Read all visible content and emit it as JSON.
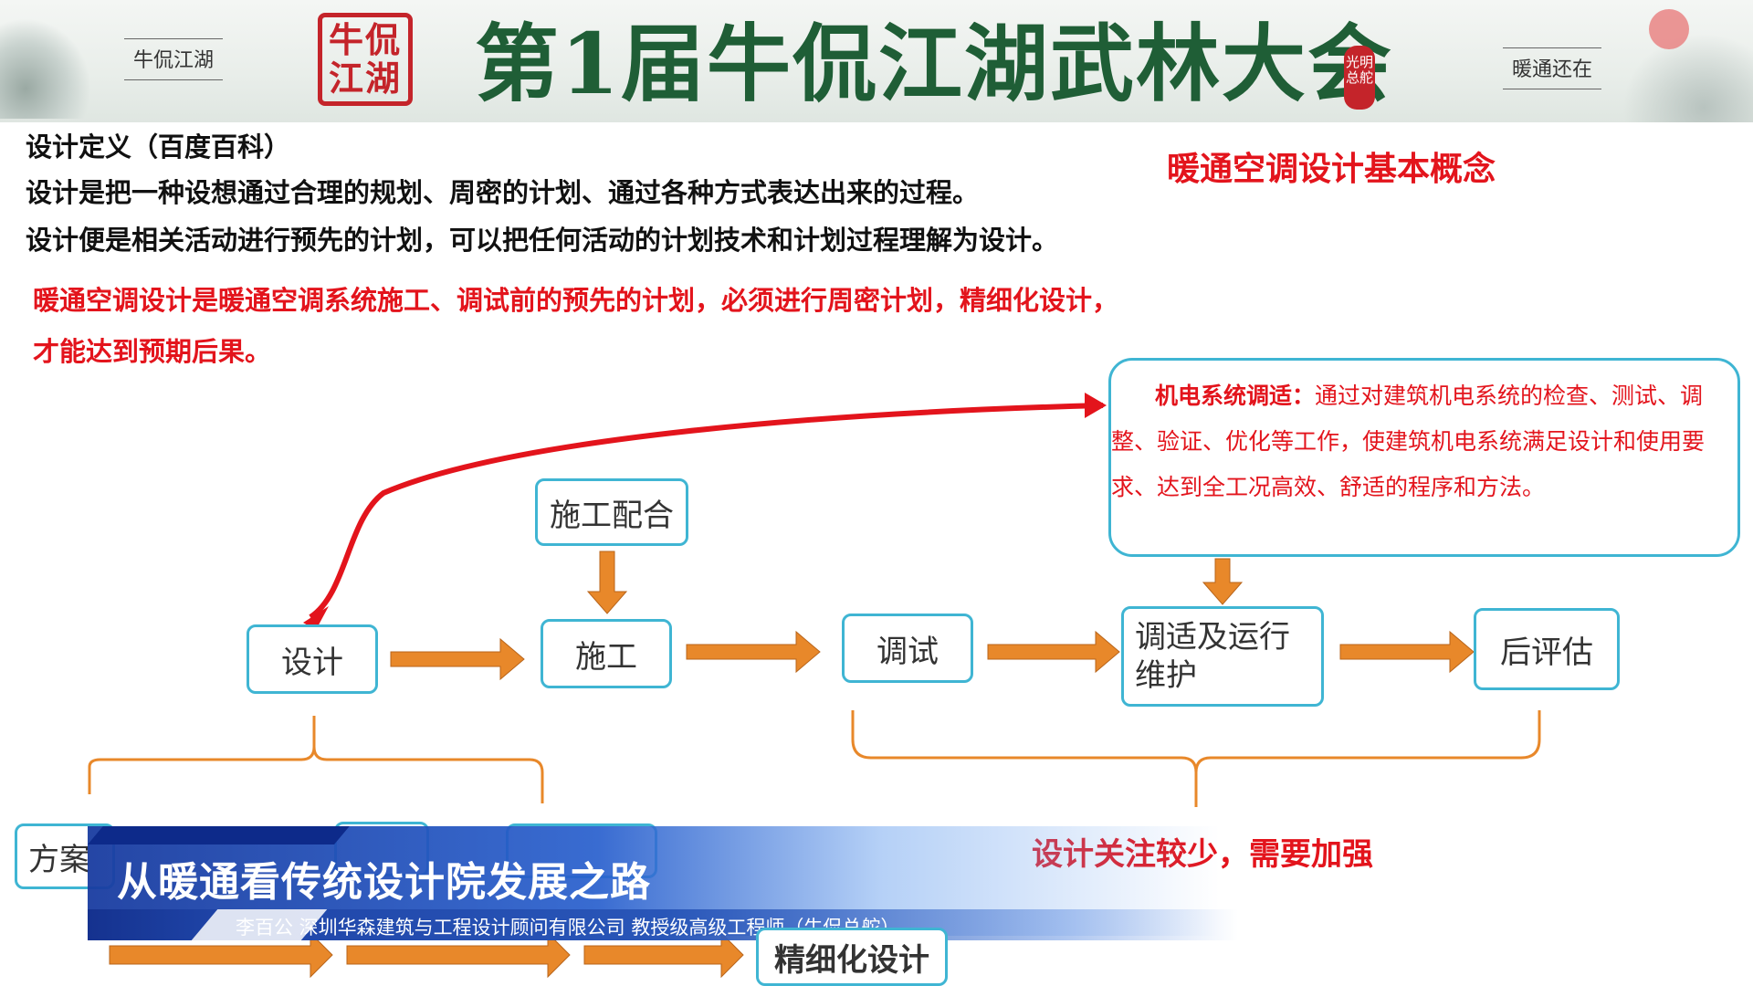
{
  "banner": {
    "left_label": "牛侃江湖",
    "seal": "牛侃江湖",
    "title": "第1届牛侃江湖武林大会",
    "small_seal": "光明总舵",
    "right_label": "暖通还在"
  },
  "definition": {
    "heading": "设计定义（百度百科）",
    "line1": "设计是把一种设想通过合理的规划、周密的计划、通过各种方式表达出来的过程。",
    "line2": "设计便是相关活动进行预先的计划，可以把任何活动的计划技术和计划过程理解为设计。",
    "red1": "暖通空调设计是暖通空调系统施工、调试前的预先的计划，必须进行周密计划，精细化设计，",
    "red2": "才能达到预期后果。",
    "concept_title": "暖通空调设计基本概念"
  },
  "callout": {
    "label": "机电系统调适：",
    "text": "通过对建筑机电系统的检查、测试、调整、验证、优化等工作，使建筑机电系统满足设计和使用要求、达到全工况高效、舒适的程序和方法。"
  },
  "flow": {
    "cooperation": "施工配合",
    "design": "设计",
    "construction": "施工",
    "commissioning": "调试",
    "operation": "调适及运行维护",
    "post_eval": "后评估",
    "scheme": "方案",
    "refined": "精细化设计",
    "note": "设计关注较少，需要加强"
  },
  "lower_third": {
    "title": "从暖通看传统设计院发展之路",
    "subtitle": "李百公  深圳华森建筑与工程设计顾问有限公司  教授级高级工程师（牛侃总舵）"
  }
}
